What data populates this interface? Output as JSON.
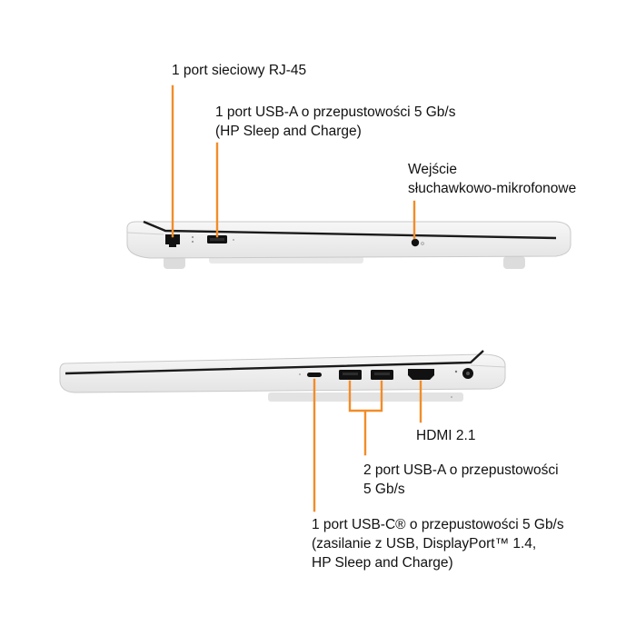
{
  "accent_color": "#f28c28",
  "top_view": {
    "labels": {
      "rj45": "1 port sieciowy RJ-45",
      "usb_a_line1": "1 port USB-A o przepustowości 5 Gb/s",
      "usb_a_line2": "(HP Sleep and Charge)",
      "audio_line1": "Wejście",
      "audio_line2": "słuchawkowo-mikrofonowe"
    }
  },
  "bottom_view": {
    "labels": {
      "hdmi": "HDMI 2.1",
      "usb_a2_line1": "2 port USB-A o przepustowości",
      "usb_a2_line2": "5 Gb/s",
      "usb_c_line1": "1 port USB-C® o przepustowości 5 Gb/s",
      "usb_c_line2": "(zasilanie z USB, DisplayPort™ 1.4,",
      "usb_c_line3": "HP Sleep and Charge)"
    }
  }
}
